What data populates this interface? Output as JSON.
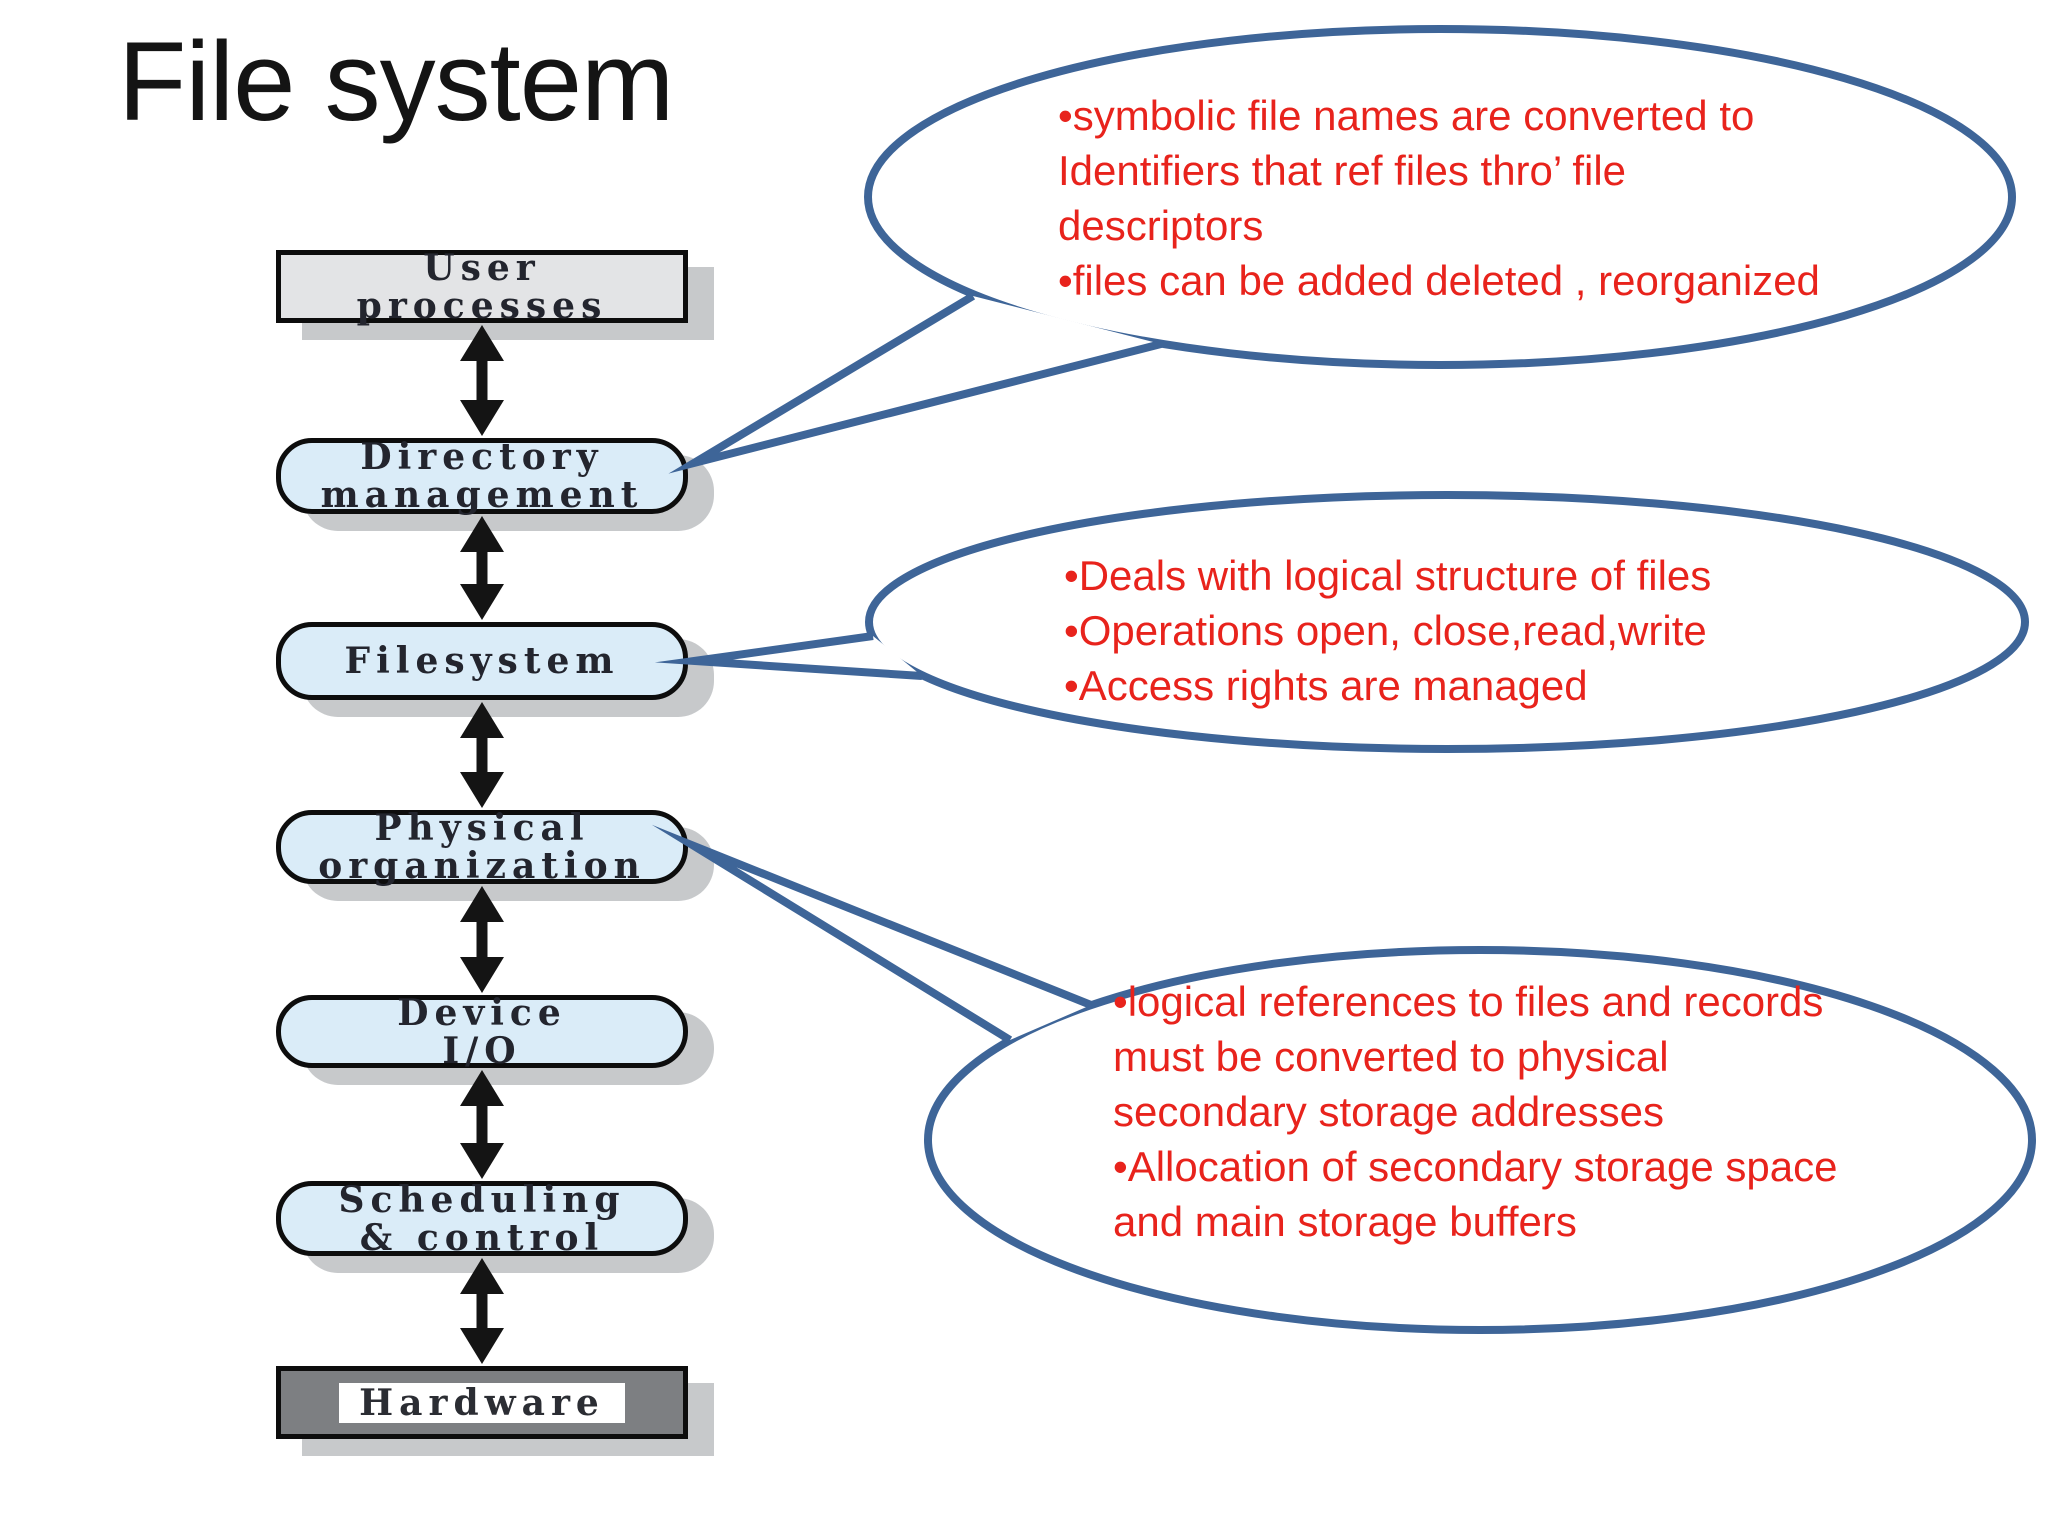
{
  "slide": {
    "title": "File system"
  },
  "colors": {
    "bubble_border": "#3e6598",
    "bubble_text_red": "#e8231c",
    "box_border": "#0d0d0d",
    "blue_box_fill": "#daecf8",
    "gray_box_fill": "#e3e4e6",
    "hardware_box_fill": "#7d7f82",
    "drop_shadow": "#c7c9cb",
    "arrow_black": "#141414",
    "box_text": "#23252e",
    "title_text": "#141414"
  },
  "stack": {
    "boxes": [
      {
        "label_lines": [
          "User",
          "processes"
        ]
      },
      {
        "label_lines": [
          "Directory",
          "management"
        ]
      },
      {
        "label_lines": [
          "Filesystem"
        ]
      },
      {
        "label_lines": [
          "Physical",
          "organization"
        ]
      },
      {
        "label_lines": [
          "Device",
          "I/O"
        ]
      },
      {
        "label_lines": [
          "Scheduling",
          "& control"
        ]
      },
      {
        "label_lines": [
          "Hardware"
        ]
      }
    ]
  },
  "callouts": [
    {
      "lines": [
        "•symbolic file names are converted to",
        "Identifiers that ref files thro’ file",
        "descriptors",
        "•files can be added deleted , reorganized"
      ]
    },
    {
      "lines": [
        "•Deals with logical structure of files",
        "•Operations open, close,read,write",
        "•Access rights are managed"
      ]
    },
    {
      "lines": [
        "•logical references to files and records",
        "must be converted to physical",
        "secondary storage addresses",
        "•Allocation of secondary storage space",
        "and main storage buffers"
      ]
    }
  ]
}
